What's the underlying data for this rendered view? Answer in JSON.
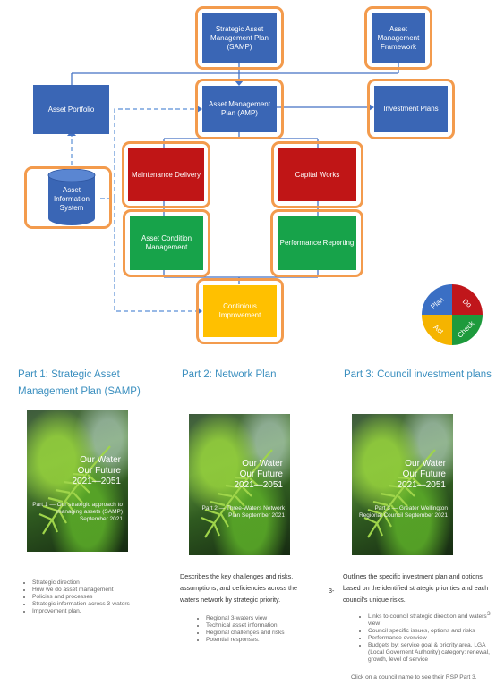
{
  "diagram": {
    "samp": "Strategic Asset Management Plan (SAMP)",
    "framework": "Asset Management Framework",
    "portfolio": "Asset Portfolio",
    "amp": "Asset Management Plan (AMP)",
    "investment": "Investment Plans",
    "maintenance": "Maintenance Delivery",
    "capital": "Capital Works",
    "ais": "Asset Information System",
    "condition": "Asset Condition Management",
    "performance": "Performance Reporting",
    "continuous": "Continious Improvement",
    "pdca": {
      "plan": "Plan",
      "do": "Do",
      "check": "Check",
      "act": "Act",
      "colors": {
        "plan": "#3a6fc4",
        "do": "#c0161b",
        "check": "#1d9a3c",
        "act": "#f5b400"
      }
    }
  },
  "colors": {
    "blue": "#3a66b5",
    "red": "#c01516",
    "green": "#17a34a",
    "yellow": "#ffc000",
    "highlight": "#f39b4d",
    "title": "#3b8fbf"
  },
  "columns": [
    {
      "title": "Part 1: Strategic Asset Management Plan (SAMP)",
      "cover": {
        "title": "Our Water Our Future 2021—2051",
        "subtitle": "Part 1 — Our strategic approach to managing assets (SAMP) September 2021"
      },
      "description": "",
      "bullets": [
        "Strategic direction",
        "How we do asset management",
        "Policies and processes",
        "Strategic information across 3-waters",
        "Improvement plan."
      ]
    },
    {
      "title": "Part 2: Network Plan",
      "cover": {
        "title": "Our Water Our Future 2021—2051",
        "subtitle": "Part 2 — Three-Waters Network Plan September 2021"
      },
      "description": "Describes the key challenges and risks, assumptions, and deficiencies across the waters network by strategic priority.",
      "bullets": [
        "Regional 3-waters view",
        "Technical asset information",
        "Regional challenges and risks",
        "Potential responses."
      ]
    },
    {
      "title": "Part 3: Council investment plans",
      "cover": {
        "title": "Our Water Our Future 2021—2051",
        "subtitle": "Part 3 — Greater Wellington Regional Council September 2021"
      },
      "description": "Outlines the specific investment plan and options based on the identified strategic priorities and each council’s unique risks.",
      "stray": "3-",
      "stray2": "3",
      "bullets": [
        "Links to council strategic direction and waters view",
        "Council specific issues, options and risks",
        "Performance overview",
        "Budgets by: service goal & priority area, LGA (Local Governent Authority) category: renewal, growth, level of service"
      ],
      "footnote": "Click on a council name to see their RSP Part 3."
    }
  ]
}
